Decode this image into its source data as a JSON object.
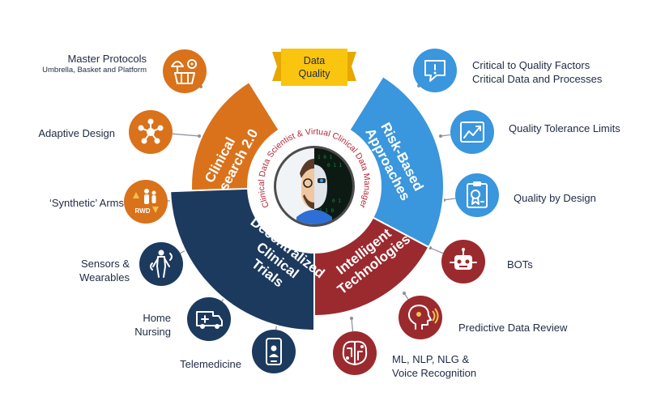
{
  "banner": "Data\nQuality",
  "center_ring_text": "Clinical Data Scientist & Virtual Clinical Data Manager",
  "segments": [
    {
      "id": "clinical-research",
      "label": "Clinical\nResearch 2.0",
      "color": "#d9721b"
    },
    {
      "id": "risk-based",
      "label": "Risk-Based\nApproaches",
      "color": "#3a96dd"
    },
    {
      "id": "intelligent",
      "label": "Intelligent\nTechnologies",
      "color": "#9b2a2f"
    },
    {
      "id": "decentralized",
      "label": "Decentralized\nClinical\nTrials",
      "color": "#1c3a5e"
    }
  ],
  "items": [
    {
      "id": "master-protocols",
      "label": "Master Protocols",
      "sublabel": "Umbrella, Basket and Platform",
      "icon": "umbrella-basket-gear-icon",
      "color": "#d9721b"
    },
    {
      "id": "adaptive-design",
      "label": "Adaptive Design",
      "icon": "network-hub-icon",
      "color": "#d9721b"
    },
    {
      "id": "synthetic-arms",
      "label": "‘Synthetic’ Arms",
      "icon": "rwd-people-icon",
      "icon_text": "RWD",
      "color": "#d9721b"
    },
    {
      "id": "critical-quality",
      "label": "Critical to Quality Factors\nCritical Data and Processes",
      "icon": "alert-bubble-icon",
      "color": "#3a96dd"
    },
    {
      "id": "quality-tolerance",
      "label": "Quality Tolerance Limits",
      "icon": "trend-chart-icon",
      "color": "#3a96dd"
    },
    {
      "id": "quality-by-design",
      "label": "Quality by Design",
      "icon": "clipboard-award-icon",
      "color": "#3a96dd"
    },
    {
      "id": "bots",
      "label": "BOTs",
      "icon": "robot-icon",
      "color": "#9b2a2f"
    },
    {
      "id": "predictive-review",
      "label": "Predictive Data Review",
      "icon": "ai-head-icon",
      "color": "#9b2a2f"
    },
    {
      "id": "ml-nlp",
      "label": "ML, NLP, NLG &\nVoice Recognition",
      "icon": "brain-circuit-icon",
      "color": "#9b2a2f"
    },
    {
      "id": "sensors",
      "label": "Sensors &\nWearables",
      "icon": "body-sensor-icon",
      "color": "#1c3a5e"
    },
    {
      "id": "home-nursing",
      "label": "Home\nNursing",
      "icon": "ambulance-icon",
      "color": "#1c3a5e"
    },
    {
      "id": "telemedicine",
      "label": "Telemedicine",
      "icon": "phone-doctor-icon",
      "color": "#1c3a5e"
    }
  ]
}
